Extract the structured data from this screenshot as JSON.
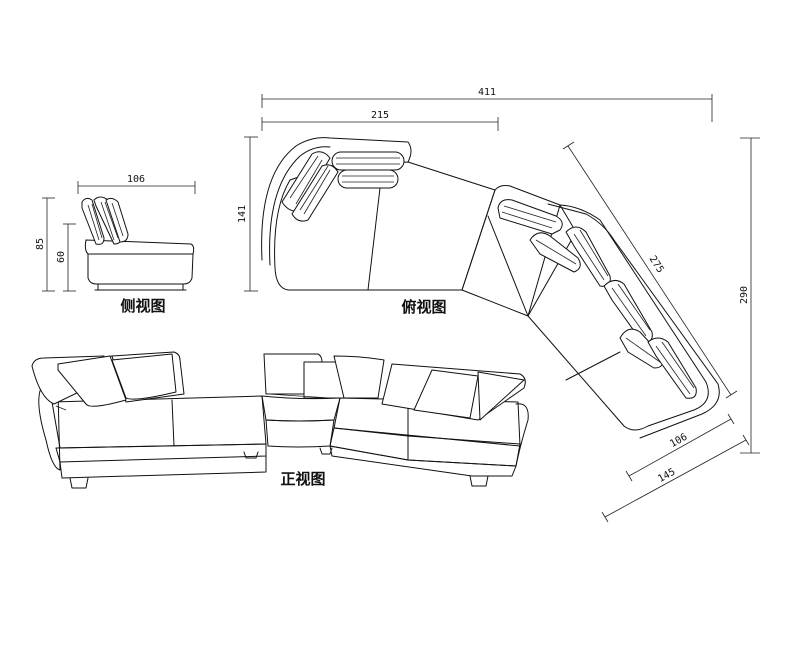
{
  "views": {
    "side": "侧视图",
    "top": "俯视图",
    "front": "正视图"
  },
  "dimensions": {
    "side_width": "106",
    "side_height_total": "85",
    "side_height_seat": "60",
    "top_total_width": "411",
    "top_left_width": "215",
    "top_left_depth": "141",
    "top_total_depth": "290",
    "top_diagonal_length": "275",
    "top_seat_depth": "106",
    "top_overall_depth": "145"
  }
}
